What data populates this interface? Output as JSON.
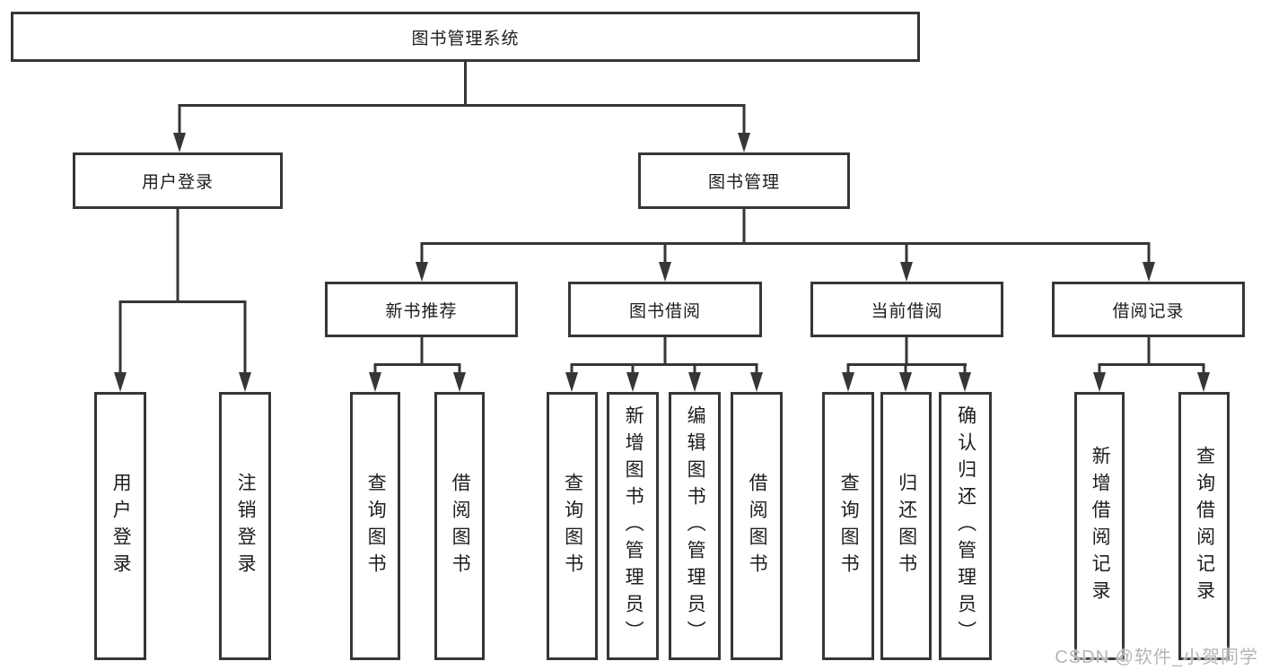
{
  "colors": {
    "line": "#363636",
    "text": "#1d1d1d",
    "watermark": "#b5b5b5"
  },
  "tree": {
    "root": {
      "label": "图书管理系统",
      "children": [
        {
          "label": "用户登录",
          "children": [
            {
              "label": "用户登录"
            },
            {
              "label": "注销登录"
            }
          ]
        },
        {
          "label": "图书管理",
          "children": [
            {
              "label": "新书推荐",
              "children": [
                {
                  "label": "查询图书"
                },
                {
                  "label": "借阅图书"
                }
              ]
            },
            {
              "label": "图书借阅",
              "children": [
                {
                  "label": "查询图书"
                },
                {
                  "label": "新增图书（管理员）"
                },
                {
                  "label": "编辑图书（管理员）"
                },
                {
                  "label": "借阅图书"
                }
              ]
            },
            {
              "label": "当前借阅",
              "children": [
                {
                  "label": "查询图书"
                },
                {
                  "label": "归还图书"
                },
                {
                  "label": "确认归还（管理员）"
                }
              ]
            },
            {
              "label": "借阅记录",
              "children": [
                {
                  "label": "新增借阅记录"
                },
                {
                  "label": "查询借阅记录"
                }
              ]
            }
          ]
        }
      ]
    }
  },
  "watermark": {
    "text": "CSDN @软件_小贺同学"
  }
}
